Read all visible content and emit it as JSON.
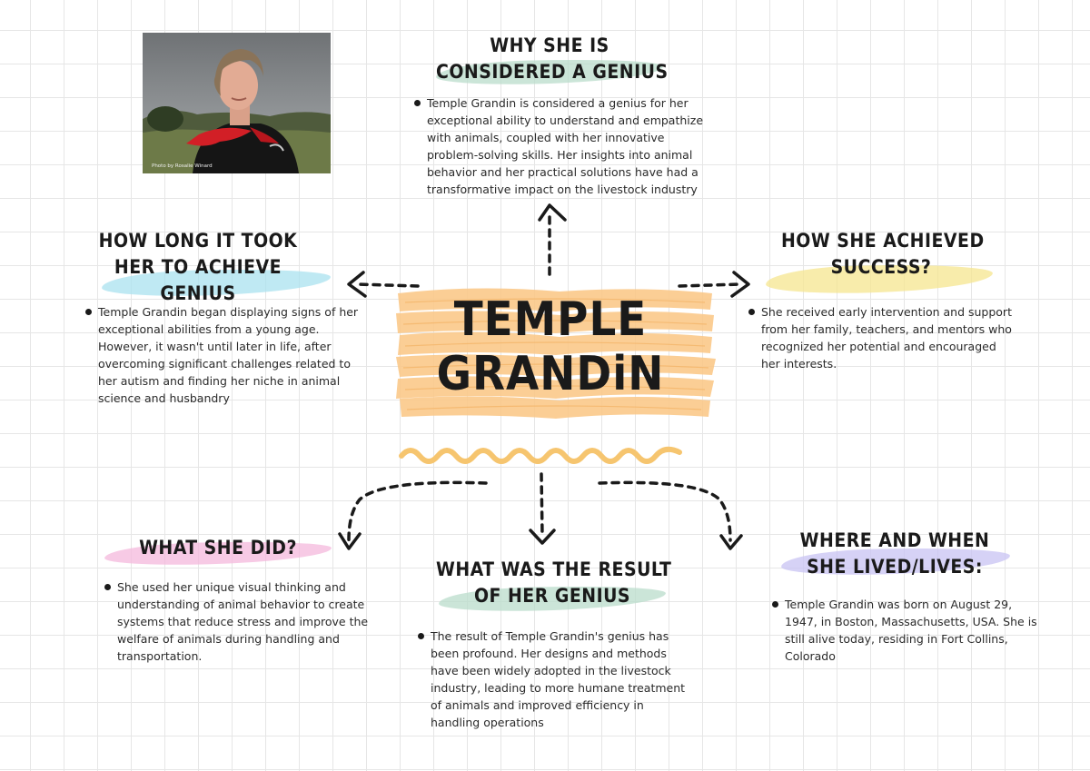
{
  "title": {
    "line1": "TEMPLE",
    "line2": "GRANDiN"
  },
  "photo": {
    "credit": "Photo by Rosalie Winard"
  },
  "why_genius": {
    "heading_line1": "WHY SHE IS",
    "heading_line2": "CONSIDERED A GENIUS",
    "text": "Temple Grandin is considered a genius for her exceptional ability to understand and empathize with animals, coupled with her innovative problem-solving skills. Her insights into animal behavior and her practical solutions have had a transformative impact on the livestock industry"
  },
  "how_long": {
    "heading_line1": "HOW LONG IT TOOK",
    "heading_line2": "HER TO ACHIEVE",
    "heading_line3": "GENIUS",
    "text": "Temple Grandin began displaying signs of her exceptional abilities from a young age. However, it wasn't until later in life, after overcoming significant challenges related to her autism and finding her niche in animal science and husbandry"
  },
  "how_achieved": {
    "heading_line1": "HOW SHE ACHIEVED",
    "heading_line2": "SUCCESS?",
    "text": "She received early intervention and support from her family, teachers, and mentors who recognized her potential and encouraged her interests."
  },
  "what_did": {
    "heading": "WHAT SHE DID?",
    "text": "She used her unique visual thinking and understanding of animal behavior to create systems that reduce stress and improve the welfare of animals during handling and transportation."
  },
  "result": {
    "heading_line1": "WHAT WAS THE RESULT",
    "heading_line2": "OF HER GENIUS",
    "text": "The result of Temple Grandin's genius has been profound. Her designs and methods have been widely adopted in the livestock industry, leading to more humane treatment of animals and improved efficiency in handling operations"
  },
  "where_when": {
    "heading_line1": "WHERE AND WHEN",
    "heading_line2": "SHE LIVED/LIVES:",
    "text": "Temple Grandin was born on August 29, 1947, in Boston, Massachusetts, USA. She is still alive today, residing in Fort Collins, Colorado"
  },
  "colors": {
    "orange": "#fbc98a",
    "green": "#b9dccb",
    "blue": "#a9e2ef",
    "yellow": "#f6e58f",
    "pink": "#f4b8dc",
    "purple": "#c8c3f3",
    "ink": "#1a1a1a"
  }
}
